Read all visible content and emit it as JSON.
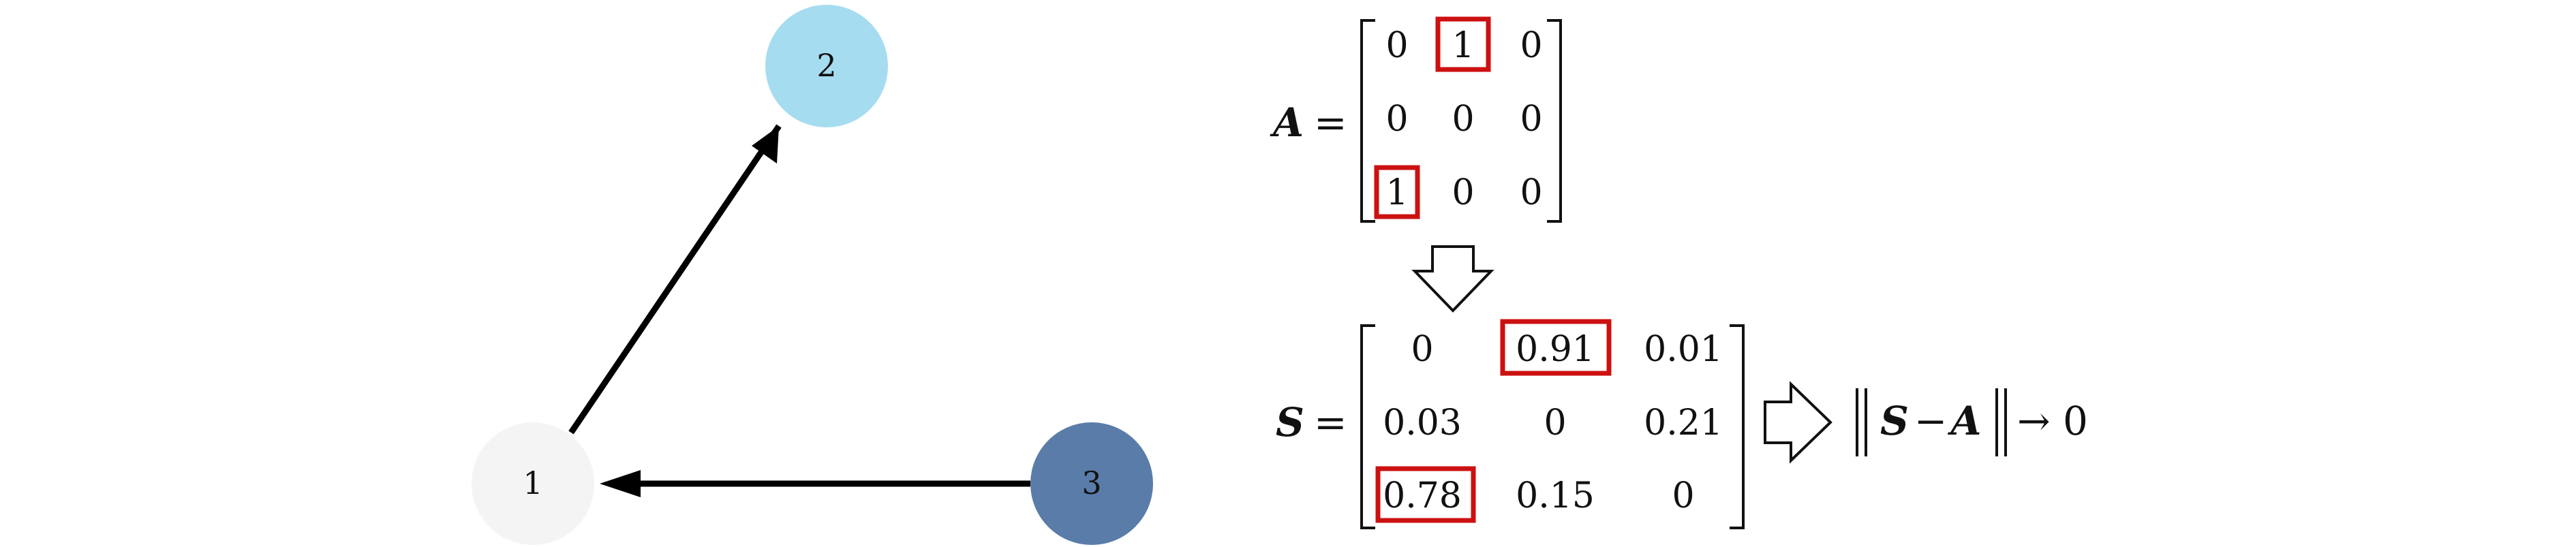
{
  "graph": {
    "nodes": [
      {
        "id": "1",
        "label": "1",
        "color": "#f4f4f4"
      },
      {
        "id": "2",
        "label": "2",
        "color": "#a6dcef"
      },
      {
        "id": "3",
        "label": "3",
        "color": "#5a7ca8"
      }
    ],
    "edges": [
      {
        "from": "1",
        "to": "2"
      },
      {
        "from": "3",
        "to": "1"
      }
    ]
  },
  "matrixA": {
    "symbol": "A",
    "equals": "=",
    "cells": [
      [
        "0",
        "1",
        "0"
      ],
      [
        "0",
        "0",
        "0"
      ],
      [
        "1",
        "0",
        "0"
      ]
    ]
  },
  "matrixS": {
    "symbol": "S",
    "equals": "=",
    "cells": [
      [
        "0",
        "0.91",
        "0.01"
      ],
      [
        "0.03",
        "0",
        "0.21"
      ],
      [
        "0.78",
        "0.15",
        "0"
      ]
    ]
  },
  "norm": {
    "left": "S",
    "minus": "−",
    "right": "A",
    "limit": "→ 0"
  },
  "colors": {
    "highlight": "#cc1111",
    "edge": "#000000"
  }
}
